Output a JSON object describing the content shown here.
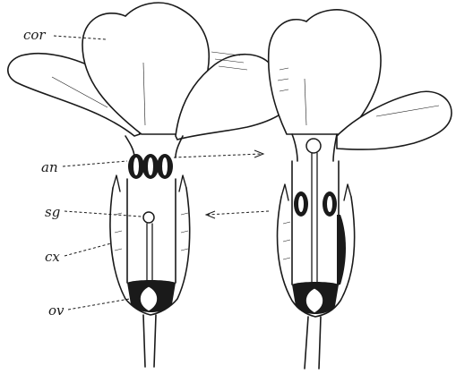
{
  "labels": {
    "cor": "cor",
    "an": "an",
    "sg": "sg",
    "cx": "cx",
    "ov": "ov"
  },
  "colors": {
    "ink": "#1a1a1a",
    "paper": "#ffffff"
  }
}
